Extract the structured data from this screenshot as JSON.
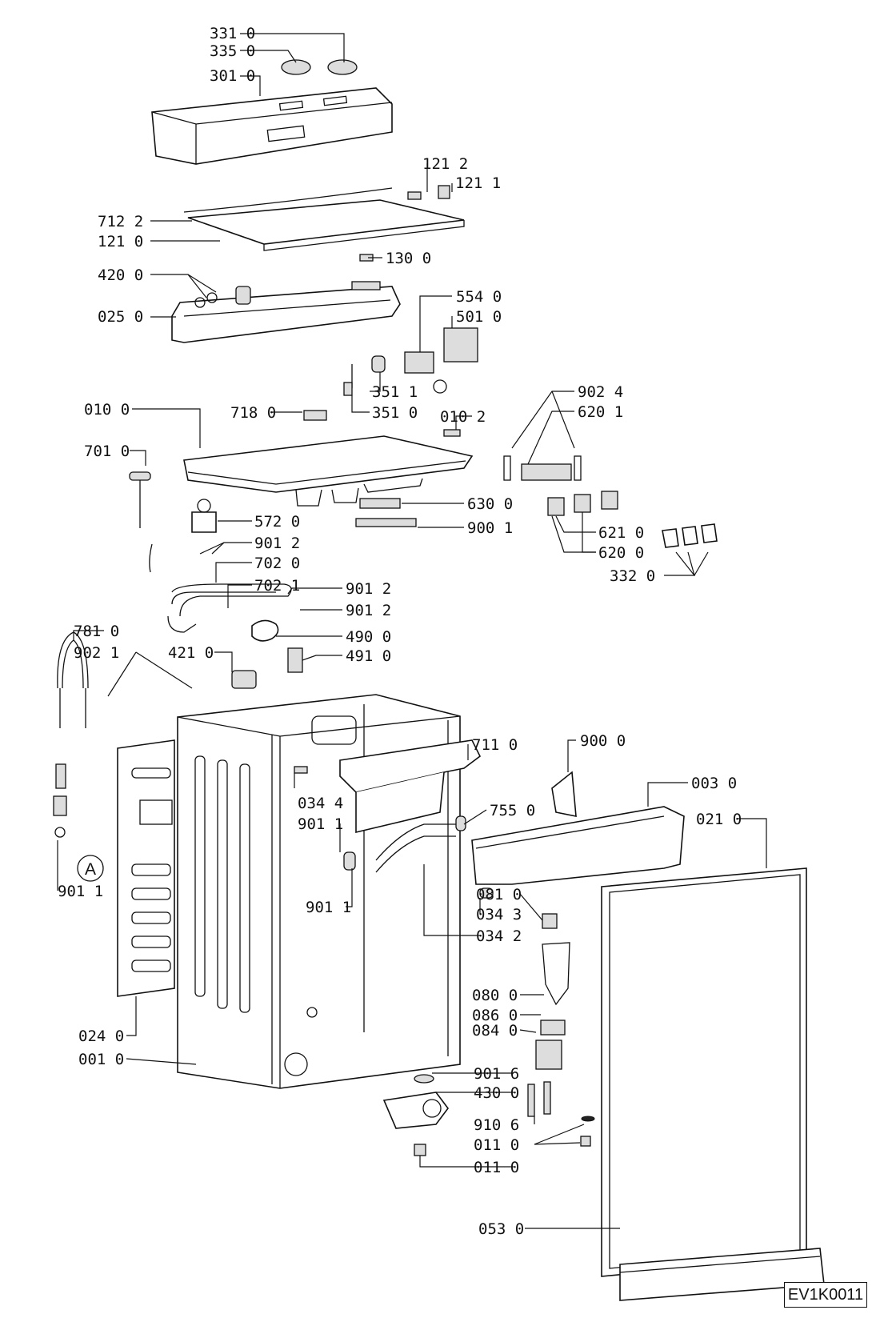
{
  "document_code": "EV1K0011",
  "circle_marker": "A",
  "labels": [
    "331 0",
    "335 0",
    "301 0",
    "121 2",
    "121 1",
    "712 2",
    "121 0",
    "130 0",
    "420 0",
    "025 0",
    "554 0",
    "501 0",
    "351 1",
    "351 0",
    "010 0",
    "718 0",
    "010 2",
    "902 4",
    "620 1",
    "701 0",
    "630 0",
    "900 1",
    "572 0",
    "901 2",
    "702 0",
    "702 1",
    "901 2",
    "901 2",
    "621 0",
    "620 0",
    "332 0",
    "490 0",
    "491 0",
    "781 0",
    "902 1",
    "421 0",
    "711 0",
    "900 0",
    "003 0",
    "034 4",
    "901 1",
    "755 0",
    "021 0",
    "901 1",
    "081 0",
    "034 3",
    "034 2",
    "080 0",
    "086 0",
    "084 0",
    "024 0",
    "001 0",
    "901 6",
    "430 0",
    "910 6",
    "011 0",
    "011 0",
    "053 0",
    "901 1"
  ]
}
